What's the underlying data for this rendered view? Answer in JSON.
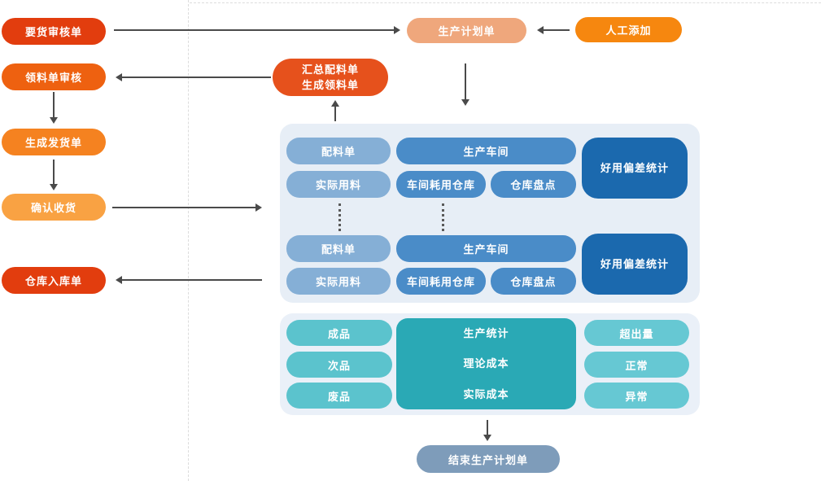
{
  "colors": {
    "red": "#e23d0e",
    "orange_dark": "#ee6110",
    "orange": "#f58220",
    "orange_light": "#f9a243",
    "salmon": "#efa77c",
    "manual_orange": "#f6870f",
    "summary_red": "#e6511c",
    "blue_light": "#85afd6",
    "blue": "#4a8cc8",
    "blue_dark": "#1b69ae",
    "panel_blue": "#e7eef6",
    "teal_light": "#5bc3cd",
    "teal": "#2aa9b5",
    "teal_lighter": "#66c8d3",
    "panel_teal": "#eaf0f8",
    "end_gray_blue": "#7e9cba"
  },
  "left_flow": {
    "demand_review": "要货审核单",
    "material_review": "领料单审核",
    "create_delivery": "生成发货单",
    "confirm_receipt": "确认收货",
    "warehouse_receipt": "仓库入库单"
  },
  "plan": {
    "production_plan": "生产计划单",
    "manual_add": "人工添加",
    "summary_line1": "汇总配料单",
    "summary_line2": "生成领料单"
  },
  "workshop_panel": {
    "groups": [
      {
        "bom": "配料单",
        "workshop": "生产车间",
        "actual_material": "实际用料",
        "workshop_warehouse": "车间耗用仓库",
        "stocktake": "仓库盘点",
        "deviation": "好用偏差统计"
      },
      {
        "bom": "配料单",
        "workshop": "生产车间",
        "actual_material": "实际用料",
        "workshop_warehouse": "车间耗用仓库",
        "stocktake": "仓库盘点",
        "deviation": "好用偏差统计"
      }
    ]
  },
  "stats_panel": {
    "products": [
      "成品",
      "次品",
      "废品"
    ],
    "stats": [
      "生产统计",
      "理论成本",
      "实际成本"
    ],
    "statuses": [
      "超出量",
      "正常",
      "异常"
    ]
  },
  "end_node": "结束生产计划单"
}
